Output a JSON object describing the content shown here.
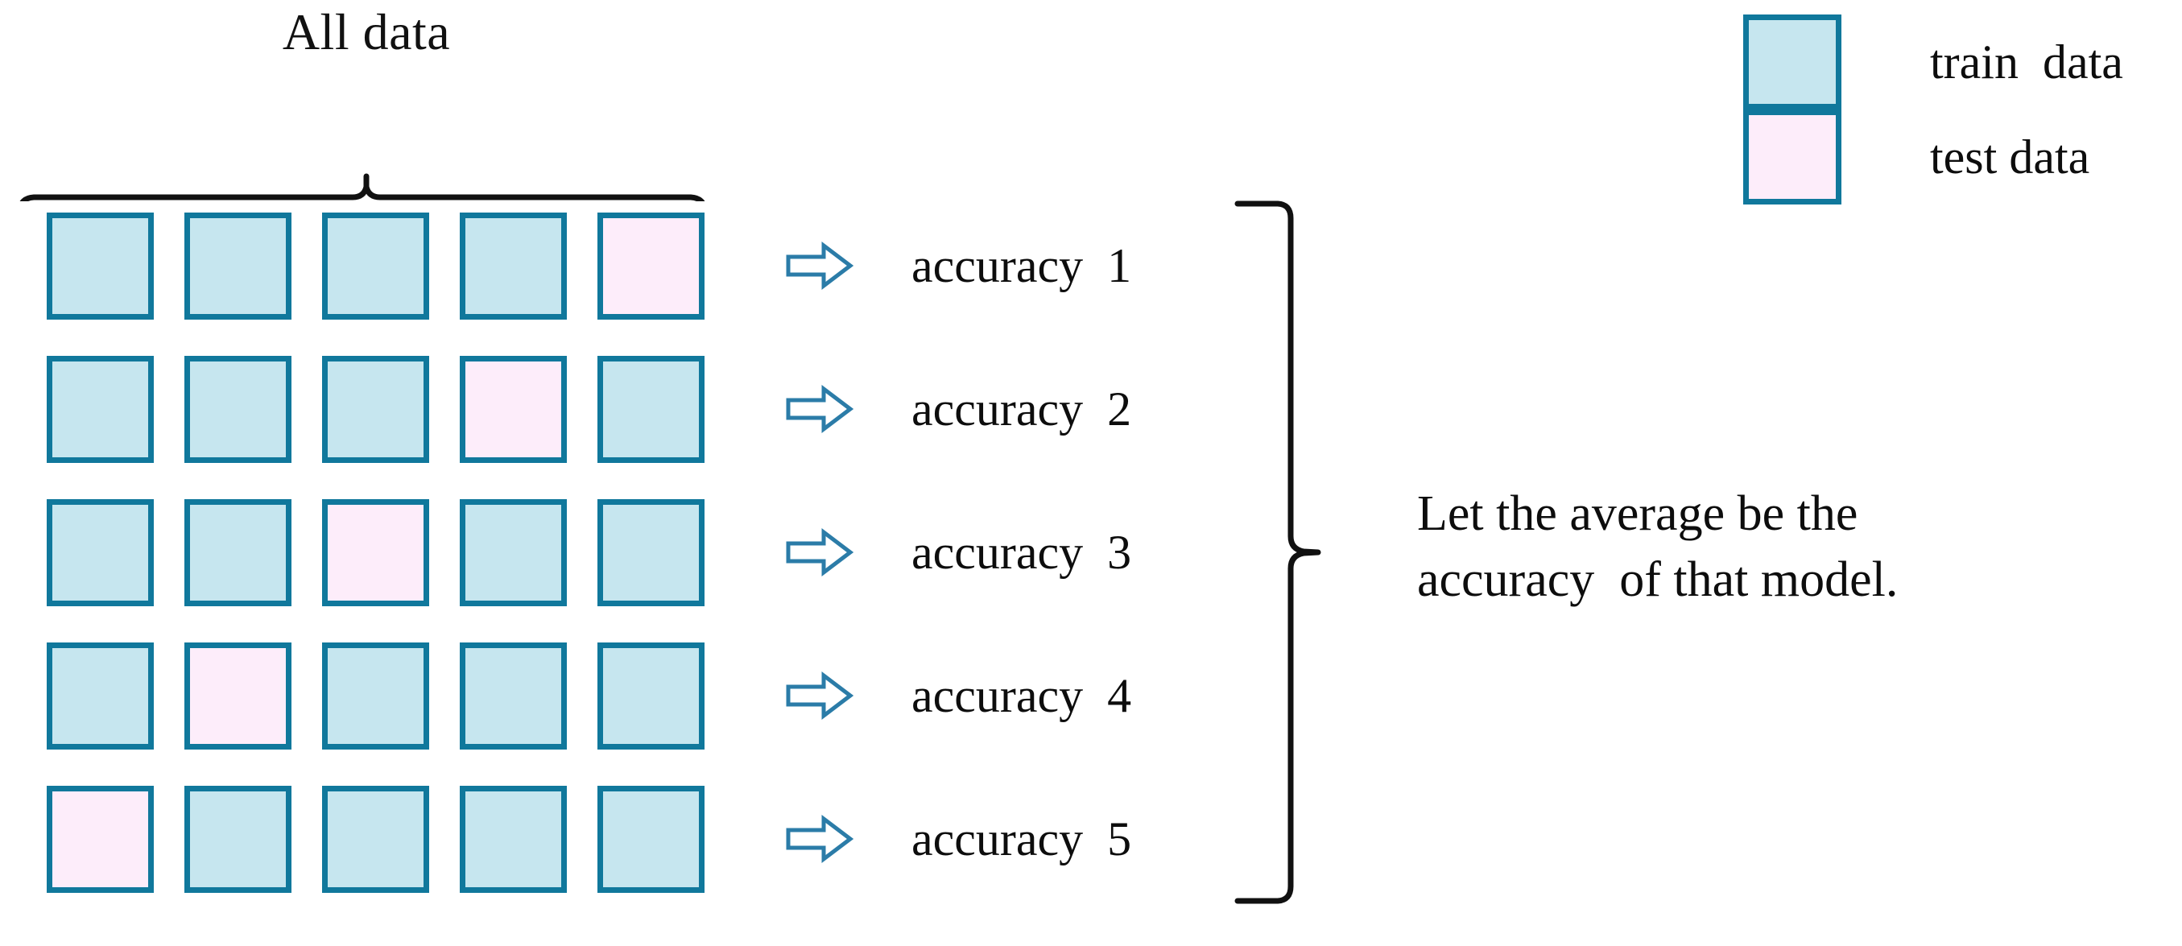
{
  "figure": {
    "title_label": "All data",
    "conclusion_line1": "Let the average be the",
    "conclusion_line2": "accuracy  of that model."
  },
  "colors": {
    "cell_border": "#10789c",
    "train_fill": "#c6e6ef",
    "test_fill": "#fdedfa",
    "arrow_stroke": "#2b7ca8",
    "brace_stroke": "#111111",
    "text": "#0d0d0d",
    "background": "#ffffff"
  },
  "chart_data": {
    "type": "table",
    "title": "All data",
    "rows": 5,
    "columns": 5,
    "legend_categories": [
      "train data",
      "test data"
    ],
    "cell_matrix": [
      [
        "train",
        "train",
        "train",
        "train",
        "test"
      ],
      [
        "train",
        "train",
        "train",
        "test",
        "train"
      ],
      [
        "train",
        "train",
        "test",
        "train",
        "train"
      ],
      [
        "train",
        "test",
        "train",
        "train",
        "train"
      ],
      [
        "test",
        "train",
        "train",
        "train",
        "train"
      ]
    ],
    "fold_outputs": [
      "accuracy  1",
      "accuracy  2",
      "accuracy  3",
      "accuracy  4",
      "accuracy  5"
    ],
    "annotation": "Let the average be the accuracy  of that model."
  },
  "grid": {
    "rows": [
      {
        "id": "fold-1",
        "cells": [
          "train",
          "train",
          "train",
          "train",
          "test"
        ],
        "result": "accuracy  1"
      },
      {
        "id": "fold-2",
        "cells": [
          "train",
          "train",
          "train",
          "test",
          "train"
        ],
        "result": "accuracy  2"
      },
      {
        "id": "fold-3",
        "cells": [
          "train",
          "train",
          "test",
          "train",
          "train"
        ],
        "result": "accuracy  3"
      },
      {
        "id": "fold-4",
        "cells": [
          "train",
          "test",
          "train",
          "train",
          "train"
        ],
        "result": "accuracy  4"
      },
      {
        "id": "fold-5",
        "cells": [
          "test",
          "train",
          "train",
          "train",
          "train"
        ],
        "result": "accuracy  5"
      }
    ]
  },
  "results": [
    {
      "arrow_icon": "right-block-arrow-icon",
      "label": "accuracy  1"
    },
    {
      "arrow_icon": "right-block-arrow-icon",
      "label": "accuracy  2"
    },
    {
      "arrow_icon": "right-block-arrow-icon",
      "label": "accuracy  3"
    },
    {
      "arrow_icon": "right-block-arrow-icon",
      "label": "accuracy  4"
    },
    {
      "arrow_icon": "right-block-arrow-icon",
      "label": "accuracy  5"
    }
  ],
  "legend": {
    "items": [
      {
        "swatch": "train",
        "label": "train  data",
        "icon": "train-data-swatch-icon"
      },
      {
        "swatch": "test",
        "label": "test data",
        "icon": "test-data-swatch-icon"
      }
    ]
  }
}
